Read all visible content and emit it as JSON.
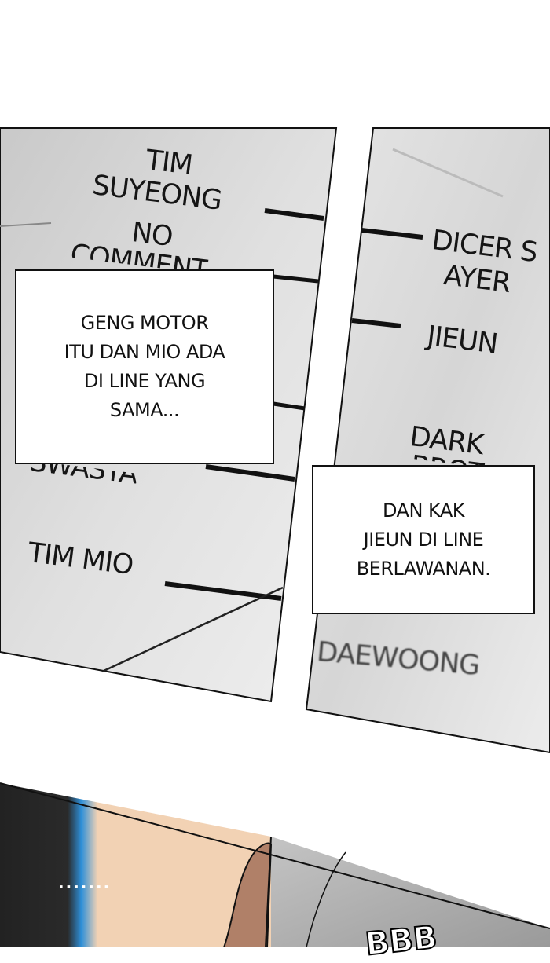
{
  "panel1": {
    "labels": [
      "TIM",
      "SUYEONG",
      "NO",
      "COMMENT",
      "SWASTA",
      "TIM MIO"
    ],
    "caption": "GENG MOTOR\nITU DAN MIO ADA\nDI LINE YANG\nSAMA..."
  },
  "panel2": {
    "labels": [
      "DICER S",
      "AYER",
      "JIEUN",
      "DARK",
      "BROT",
      "DAEWOONG"
    ],
    "caption": "DAN KAK\nJIEUN DI LINE\nBERLAWANAN."
  },
  "panel3": {
    "speech": ".......",
    "sfx": "BBB"
  },
  "colors": {
    "paper": "#d4d4d4",
    "skin": "#f2d2b4",
    "blue": "#2e8fd8",
    "dark": "#262626"
  }
}
